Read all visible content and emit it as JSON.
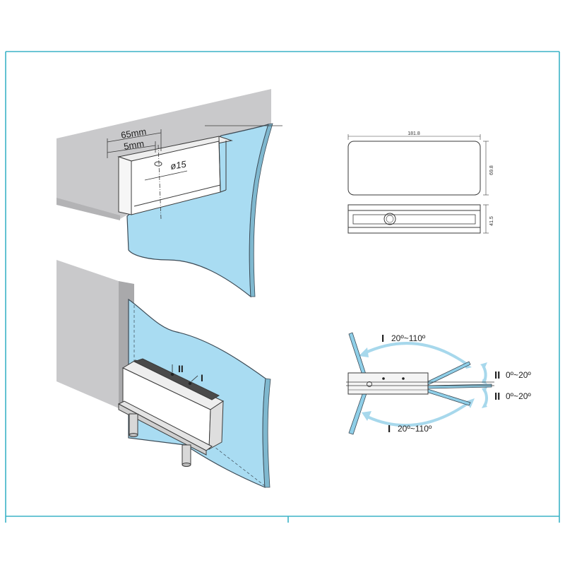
{
  "colors": {
    "frame": "#3bb3c7",
    "glass": "#a9dcf2",
    "glass_edge": "#3c4a55",
    "wall": "#c9c9cb",
    "wall_dark": "#a9a9ab",
    "arc": "#a7d8ec",
    "line": "#3a3a3a"
  },
  "top_install": {
    "dim_outer": "65mm",
    "dim_inner": "5mm",
    "dim_hole": "ø15"
  },
  "drawing": {
    "width": "181.8",
    "depth": "69.8",
    "height": "41.5"
  },
  "bottom_install": {
    "mark_one": "I",
    "mark_two": "II"
  },
  "swing": {
    "numeral_one": "I",
    "numeral_two": "II",
    "range_top": "20º~110º",
    "range_bottom": "20º~110º",
    "range_right_top": "0º~20º",
    "range_right_bottom": "0º~20º"
  }
}
